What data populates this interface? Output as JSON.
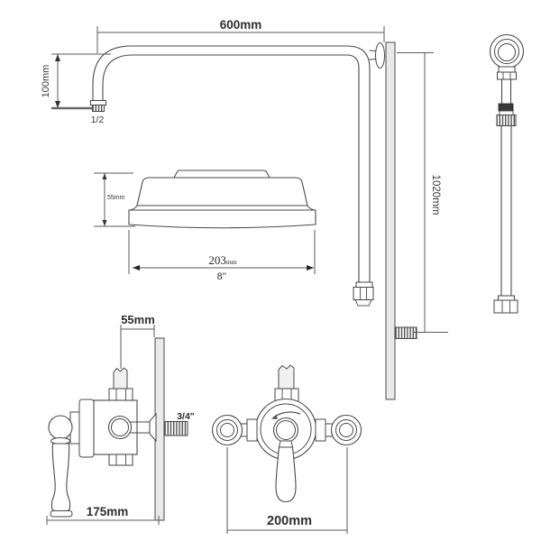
{
  "diagram": {
    "type": "technical-drawing",
    "subject": "traditional shower kit dimensions",
    "shower_arm": {
      "length_label": "600mm",
      "drop_label": "100mm",
      "outlet_thread_label": "1/2"
    },
    "shower_head": {
      "height_label": "55mm",
      "diameter_value": "203",
      "diameter_unit": "mm",
      "diameter_inches_label": "8\""
    },
    "riser_rail": {
      "length_label": "1020mm"
    },
    "concealed_valve": {
      "depth_label": "55mm",
      "outlet_thread_label": "3/4\"",
      "width_label": "175mm"
    },
    "exposed_valve": {
      "width_label": "200mm"
    },
    "colors": {
      "background": "#ffffff",
      "line": "#4a4a4a",
      "dimension_line": "#5a5a5a",
      "panel_fill": "#e9e9e9",
      "hatch": "#555555",
      "text": "#2e2e2e"
    }
  }
}
